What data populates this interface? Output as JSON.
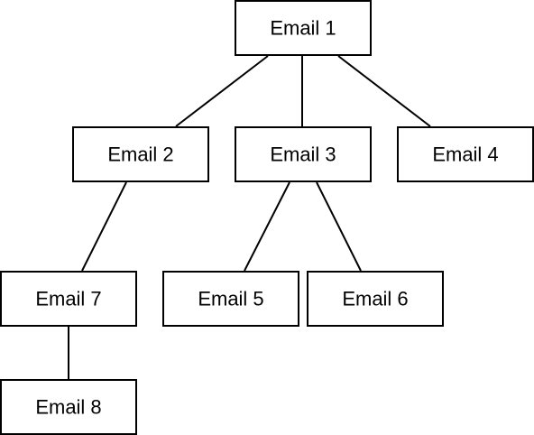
{
  "nodes": [
    {
      "id": "email-1",
      "label": "Email 1"
    },
    {
      "id": "email-2",
      "label": "Email 2"
    },
    {
      "id": "email-3",
      "label": "Email 3"
    },
    {
      "id": "email-4",
      "label": "Email 4"
    },
    {
      "id": "email-7",
      "label": "Email 7"
    },
    {
      "id": "email-5",
      "label": "Email 5"
    },
    {
      "id": "email-6",
      "label": "Email 6"
    },
    {
      "id": "email-8",
      "label": "Email 8"
    }
  ],
  "edges": [
    {
      "from": "email-1",
      "to": "email-2"
    },
    {
      "from": "email-1",
      "to": "email-3"
    },
    {
      "from": "email-1",
      "to": "email-4"
    },
    {
      "from": "email-2",
      "to": "email-7"
    },
    {
      "from": "email-3",
      "to": "email-5"
    },
    {
      "from": "email-3",
      "to": "email-6"
    },
    {
      "from": "email-7",
      "to": "email-8"
    }
  ]
}
